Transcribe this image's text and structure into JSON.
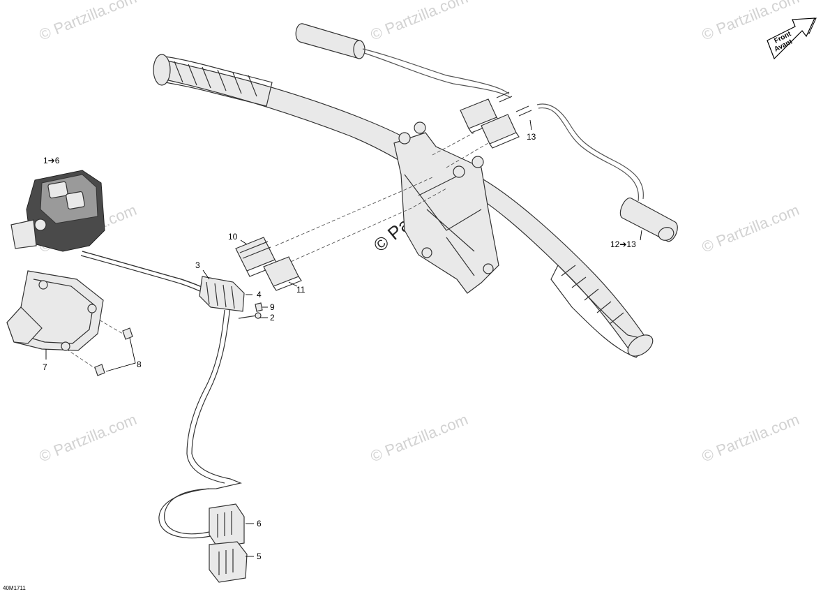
{
  "watermark": {
    "text": "© Partzilla.com",
    "center_text": "© Partzilla.com"
  },
  "front_arrow": {
    "line1": "Front",
    "line2": "Avant"
  },
  "callouts": {
    "c1_6": "1➔6",
    "c2": "2",
    "c3": "3",
    "c4": "4",
    "c5": "5",
    "c6": "6",
    "c7": "7",
    "c8": "8",
    "c9": "9",
    "c10": "10",
    "c11": "11",
    "c12_13": "12➔13",
    "c13": "13"
  },
  "diagram_code": "40M1711"
}
